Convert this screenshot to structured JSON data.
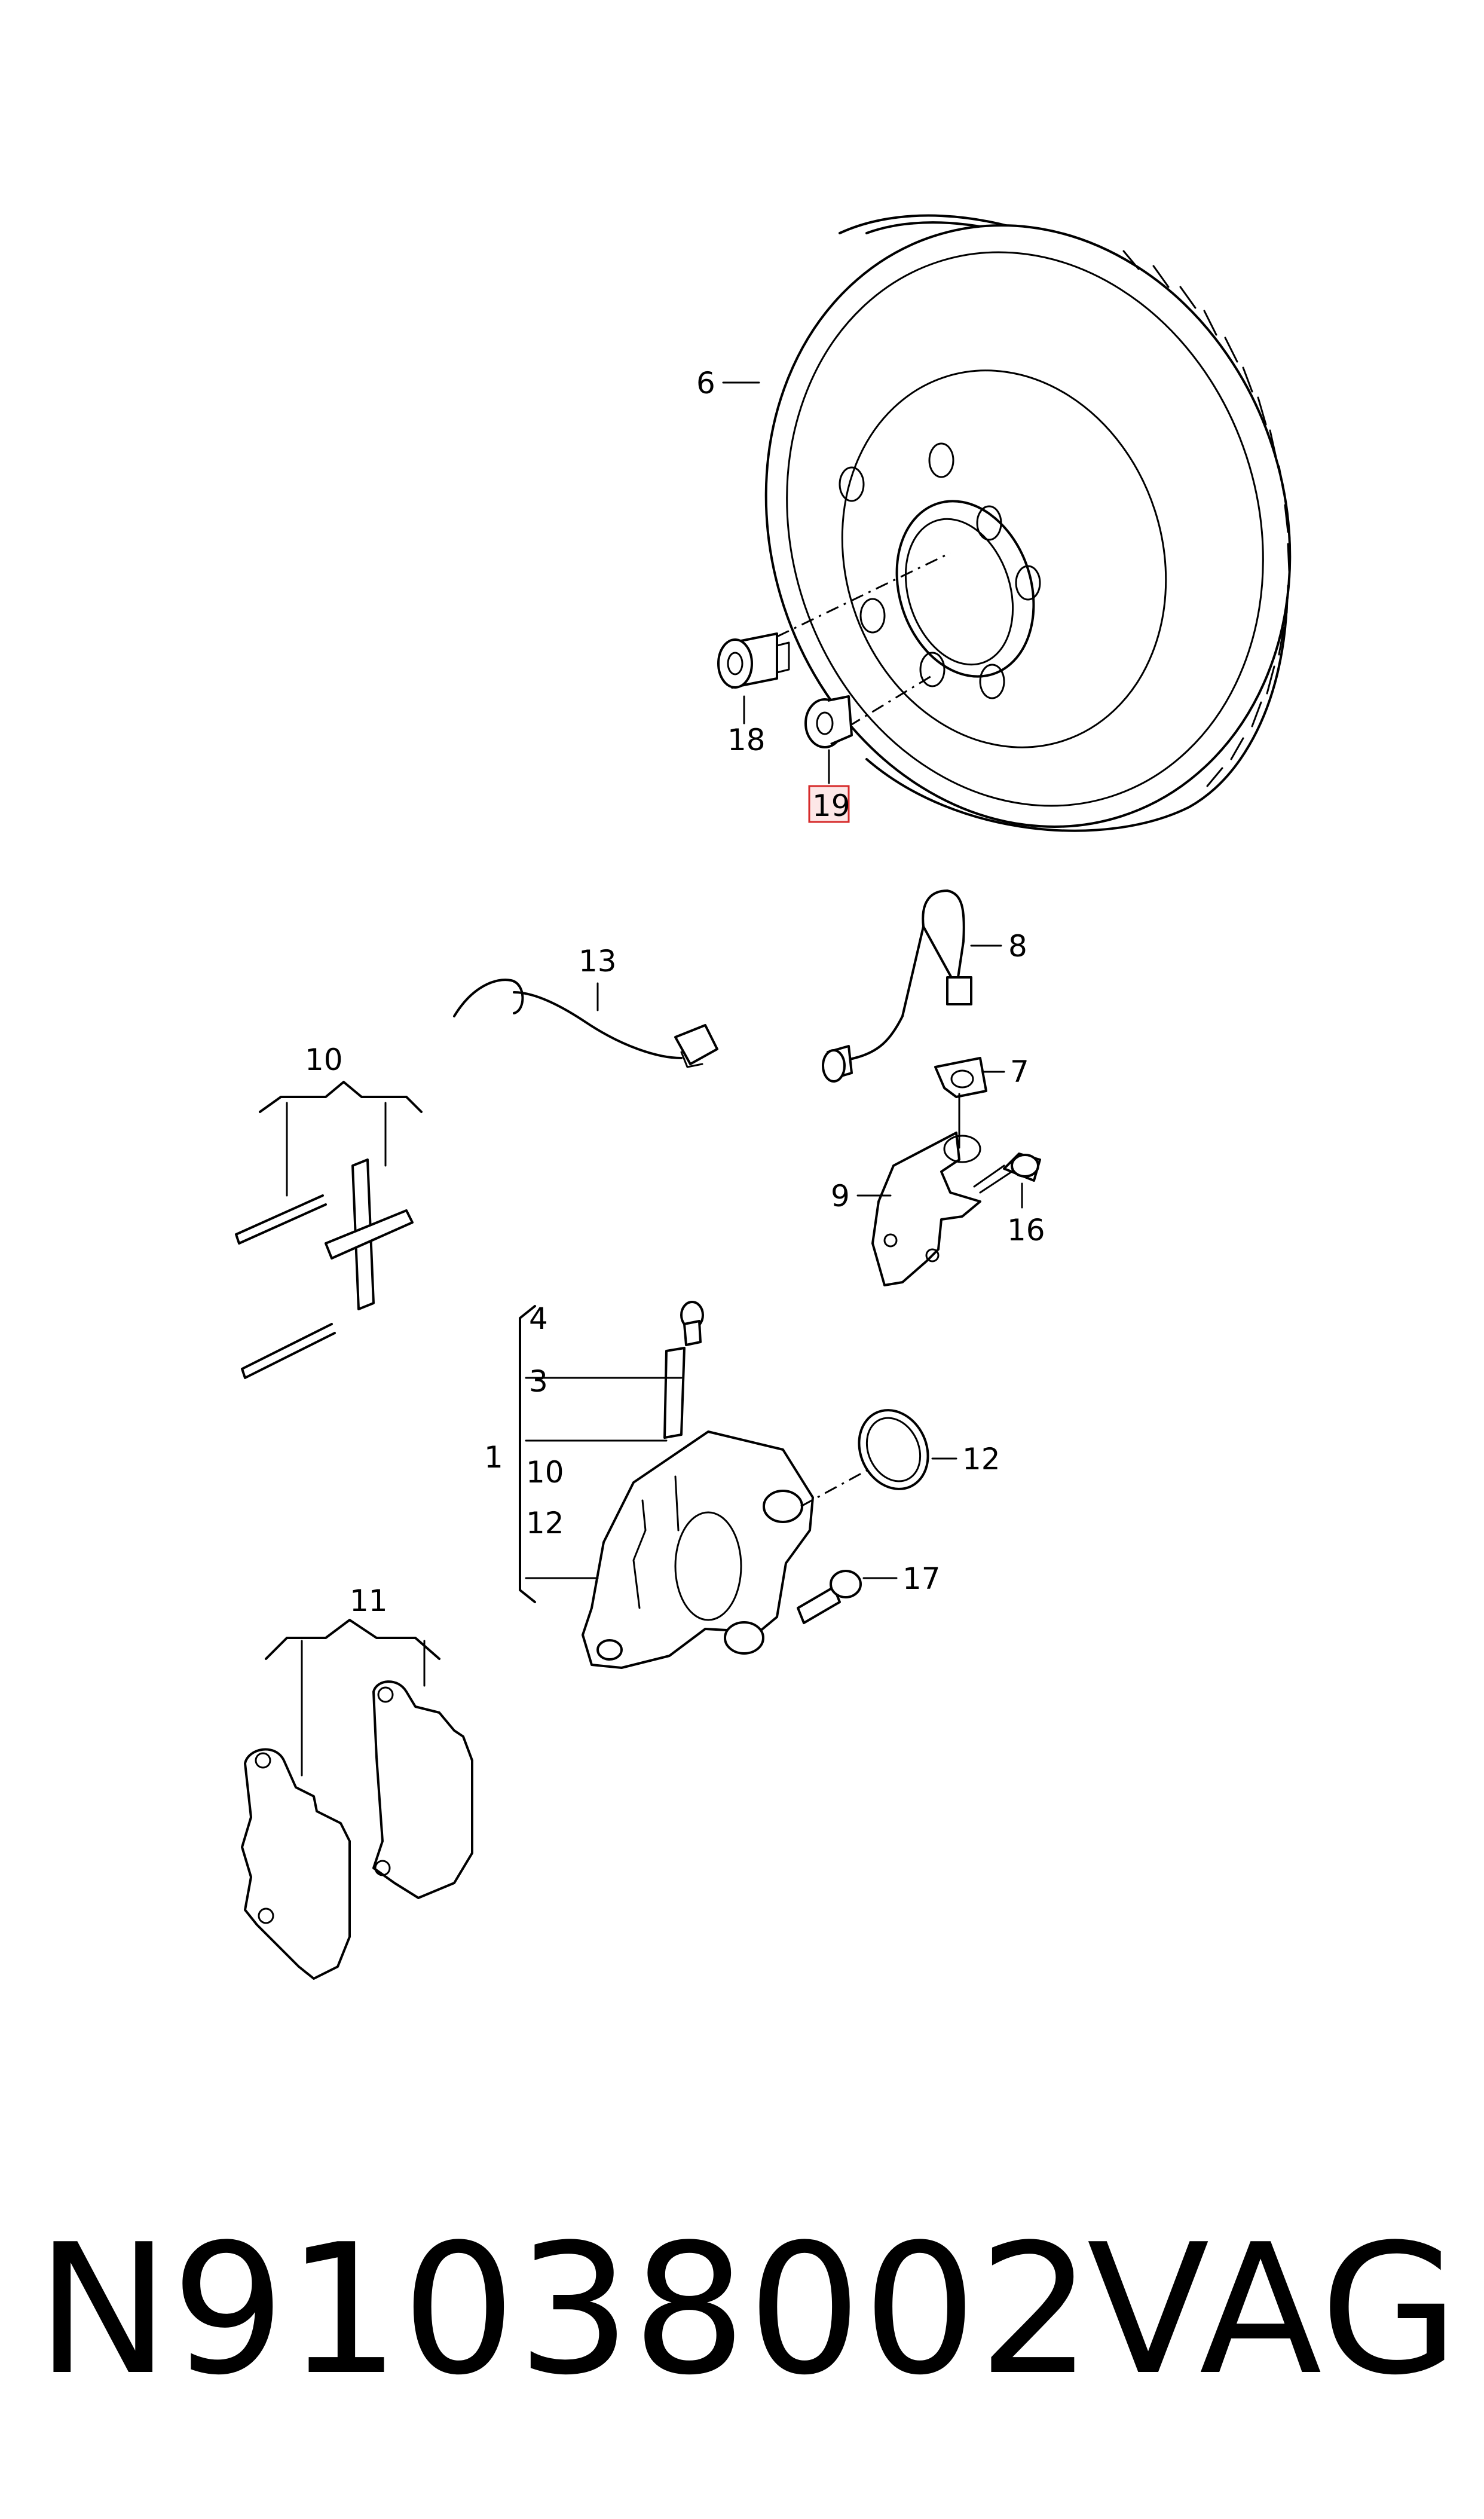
{
  "labels": {
    "l1": "1",
    "l3": "3",
    "l4": "4",
    "l6": "6",
    "l7": "7",
    "l8": "8",
    "l9": "9",
    "l10a": "10",
    "l10b": "10",
    "l11": "11",
    "l12a": "12",
    "l12b": "12",
    "l13": "13",
    "l16": "16",
    "l17": "17",
    "l18": "18",
    "l19": "19"
  },
  "highlighted_label": "19",
  "colors": {
    "highlight_border": "#d62a2a",
    "highlight_fill": "#fde7e7",
    "ink": "#000000"
  },
  "footer": {
    "part_number": "N91038002",
    "brand": "VAG"
  }
}
